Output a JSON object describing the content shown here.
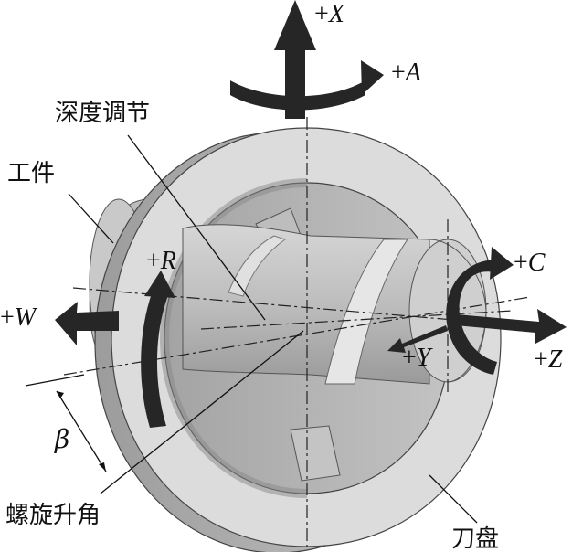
{
  "labels": {
    "depth_adjust": "深度调节",
    "workpiece": "工件",
    "helix_angle": "螺旋升角",
    "cutter_disk": "刀盘",
    "beta": "β"
  },
  "axes": {
    "x": {
      "sign": "+",
      "letter": "X"
    },
    "a": {
      "sign": "+",
      "letter": "A"
    },
    "r": {
      "sign": "+",
      "letter": "R"
    },
    "w": {
      "sign": "+",
      "letter": "W"
    },
    "c": {
      "sign": "+",
      "letter": "C"
    },
    "y": {
      "sign": "+",
      "letter": "Y"
    },
    "z": {
      "sign": "+",
      "letter": "Z"
    }
  },
  "colors": {
    "arrow": "#262626",
    "disk_face": "#d9d9d9",
    "disk_rim": "#a8a8a8",
    "workpiece": "#c6c6c6",
    "line": "#111111"
  }
}
